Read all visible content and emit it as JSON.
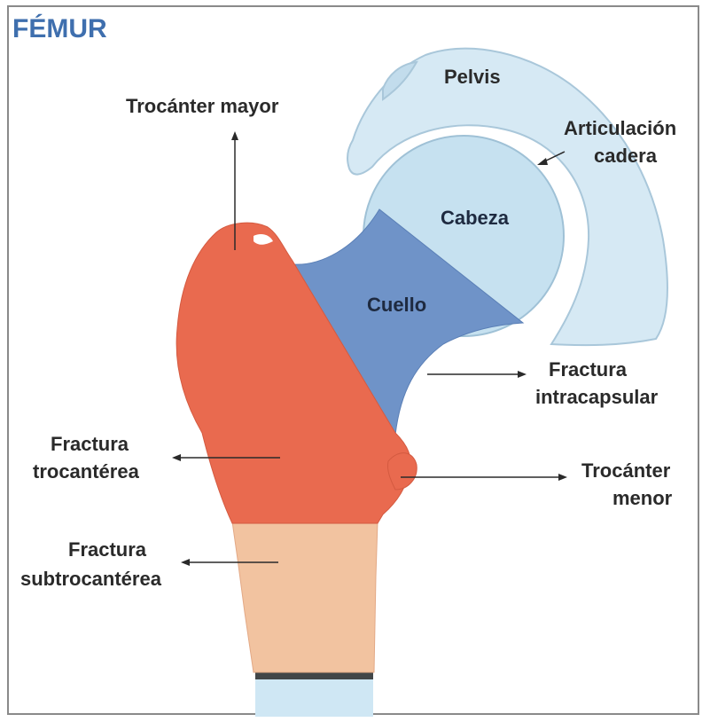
{
  "title": "FÉMUR",
  "labels": {
    "pelvis": "Pelvis",
    "articulacion": [
      "Articulación",
      "cadera"
    ],
    "trocanter_mayor": "Trocánter mayor",
    "cabeza": "Cabeza",
    "cuello": "Cuello",
    "fractura_intracapsular": [
      "Fractura",
      "intracapsular"
    ],
    "fractura_trocanterea": [
      "Fractura",
      "trocantérea"
    ],
    "trocanter_menor": [
      "Trocánter",
      "menor"
    ],
    "fractura_subtrocanterea": [
      "Fractura",
      "subtrocantérea"
    ]
  },
  "colors": {
    "pelvis": "#d6e9f4",
    "cabeza": "#c6e1f0",
    "cuello": "#6f93c8",
    "trochanter": "#e96a4f",
    "subtrochanter": "#f2c3a0",
    "shaft_lower": "#c9e4f2",
    "title": "#3f6fae"
  }
}
